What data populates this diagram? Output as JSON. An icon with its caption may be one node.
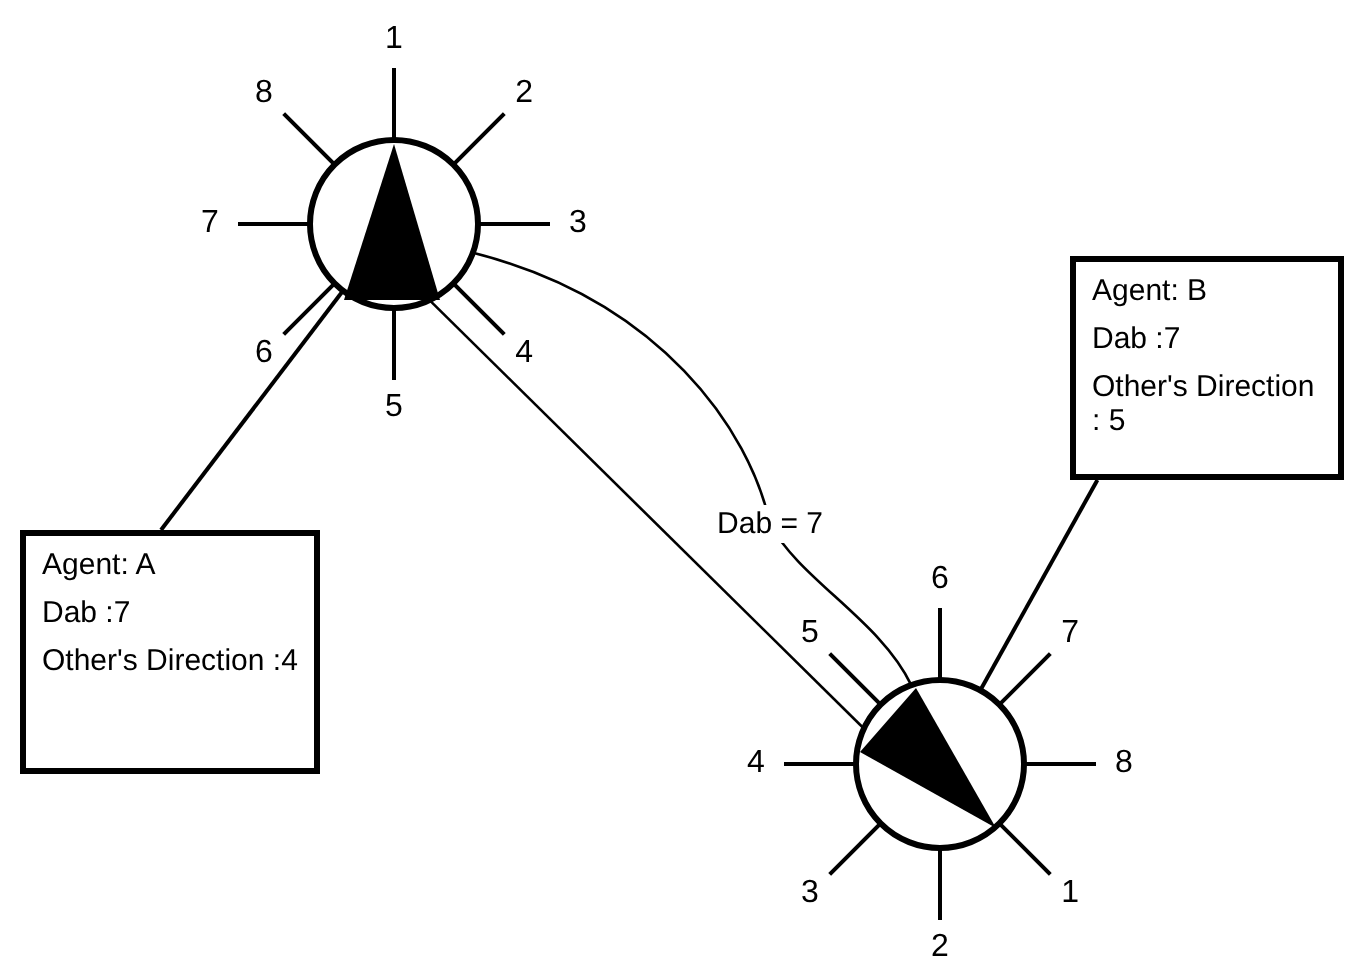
{
  "diagram": {
    "nodes": [
      {
        "text": [],
        "shape": "circle",
        "beside": [
          "1",
          "2",
          "3",
          "4",
          "5",
          "6",
          "7",
          "8"
        ]
      },
      {
        "text": [
          "Agent: B",
          "Dab :7",
          "Other's Direction : 5"
        ]
      },
      {
        "text": [
          "Agent: A",
          "Dab :7",
          "Other's Direction :4"
        ]
      },
      {
        "text": [],
        "shape": "circle",
        "beside": [
          "1",
          "2",
          "3",
          "4",
          "5",
          "6",
          "7",
          "8"
        ]
      }
    ],
    "edges": [
      {
        "from": 2,
        "to": 0,
        "arrow": "none"
      },
      {
        "from": 1,
        "to": 3,
        "arrow": "none"
      },
      {
        "from": 0,
        "to": 3,
        "arrow": "none"
      },
      {
        "from": 0,
        "to": 3,
        "arrow": "none",
        "label": "Dab = 7"
      }
    ]
  }
}
